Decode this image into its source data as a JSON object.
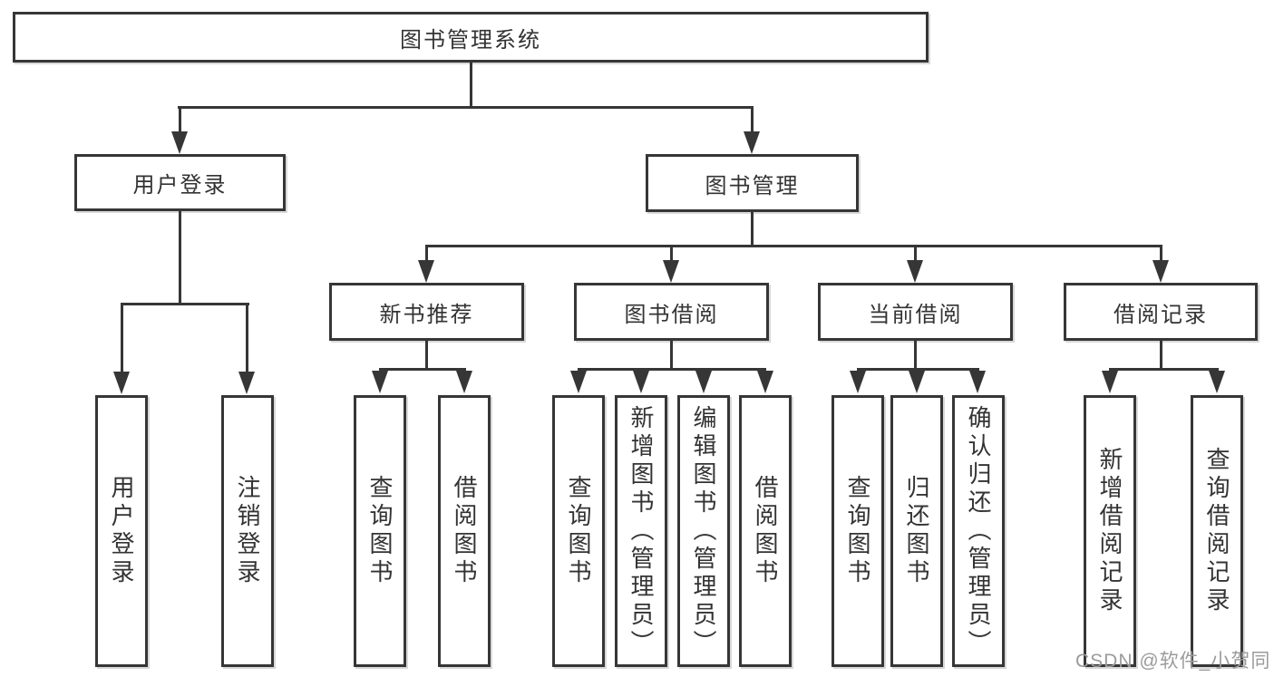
{
  "watermark": "CSDN @软件_小贺同学",
  "colors": {
    "line": "#363636",
    "text": "#333333",
    "box_background": "#ffffff",
    "watermark": "#9b9b9b"
  },
  "tree": {
    "root": "图书管理系统",
    "branches": [
      {
        "label": "用户登录",
        "children": [
          "用户登录",
          "注销登录"
        ]
      },
      {
        "label": "图书管理",
        "groups": [
          {
            "label": "新书推荐",
            "children": [
              "查询图书",
              "借阅图书"
            ]
          },
          {
            "label": "图书借阅",
            "children": [
              "查询图书",
              "新增图书（管理员）",
              "编辑图书（管理员）",
              "借阅图书"
            ]
          },
          {
            "label": "当前借阅",
            "children": [
              "查询图书",
              "归还图书",
              "确认归还（管理员）"
            ]
          },
          {
            "label": "借阅记录",
            "children": [
              "新增借阅记录",
              "查询借阅记录"
            ]
          }
        ]
      }
    ]
  }
}
